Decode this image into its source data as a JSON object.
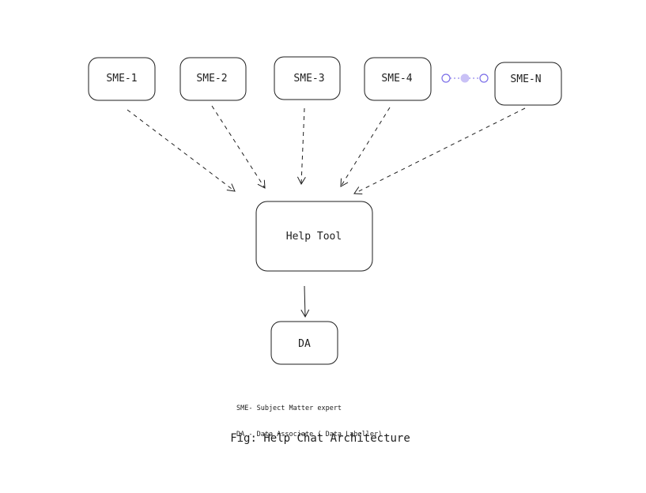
{
  "nodes": {
    "sme1": "SME-1",
    "sme2": "SME-2",
    "sme3": "SME-3",
    "sme4": "SME-4",
    "smen": "SME-N",
    "help_tool": "Help Tool",
    "da": "DA"
  },
  "legend": {
    "line1": "SME- Subject Matter expert",
    "line2": "DA - Data Associate ( Data Labeller)"
  },
  "caption": "Fig: Help Chat Architecture",
  "colors": {
    "stroke": "#1e1e1e",
    "ellipsis_accent": "#7b6ee8",
    "ellipsis_fill": "#c9c1f6"
  }
}
